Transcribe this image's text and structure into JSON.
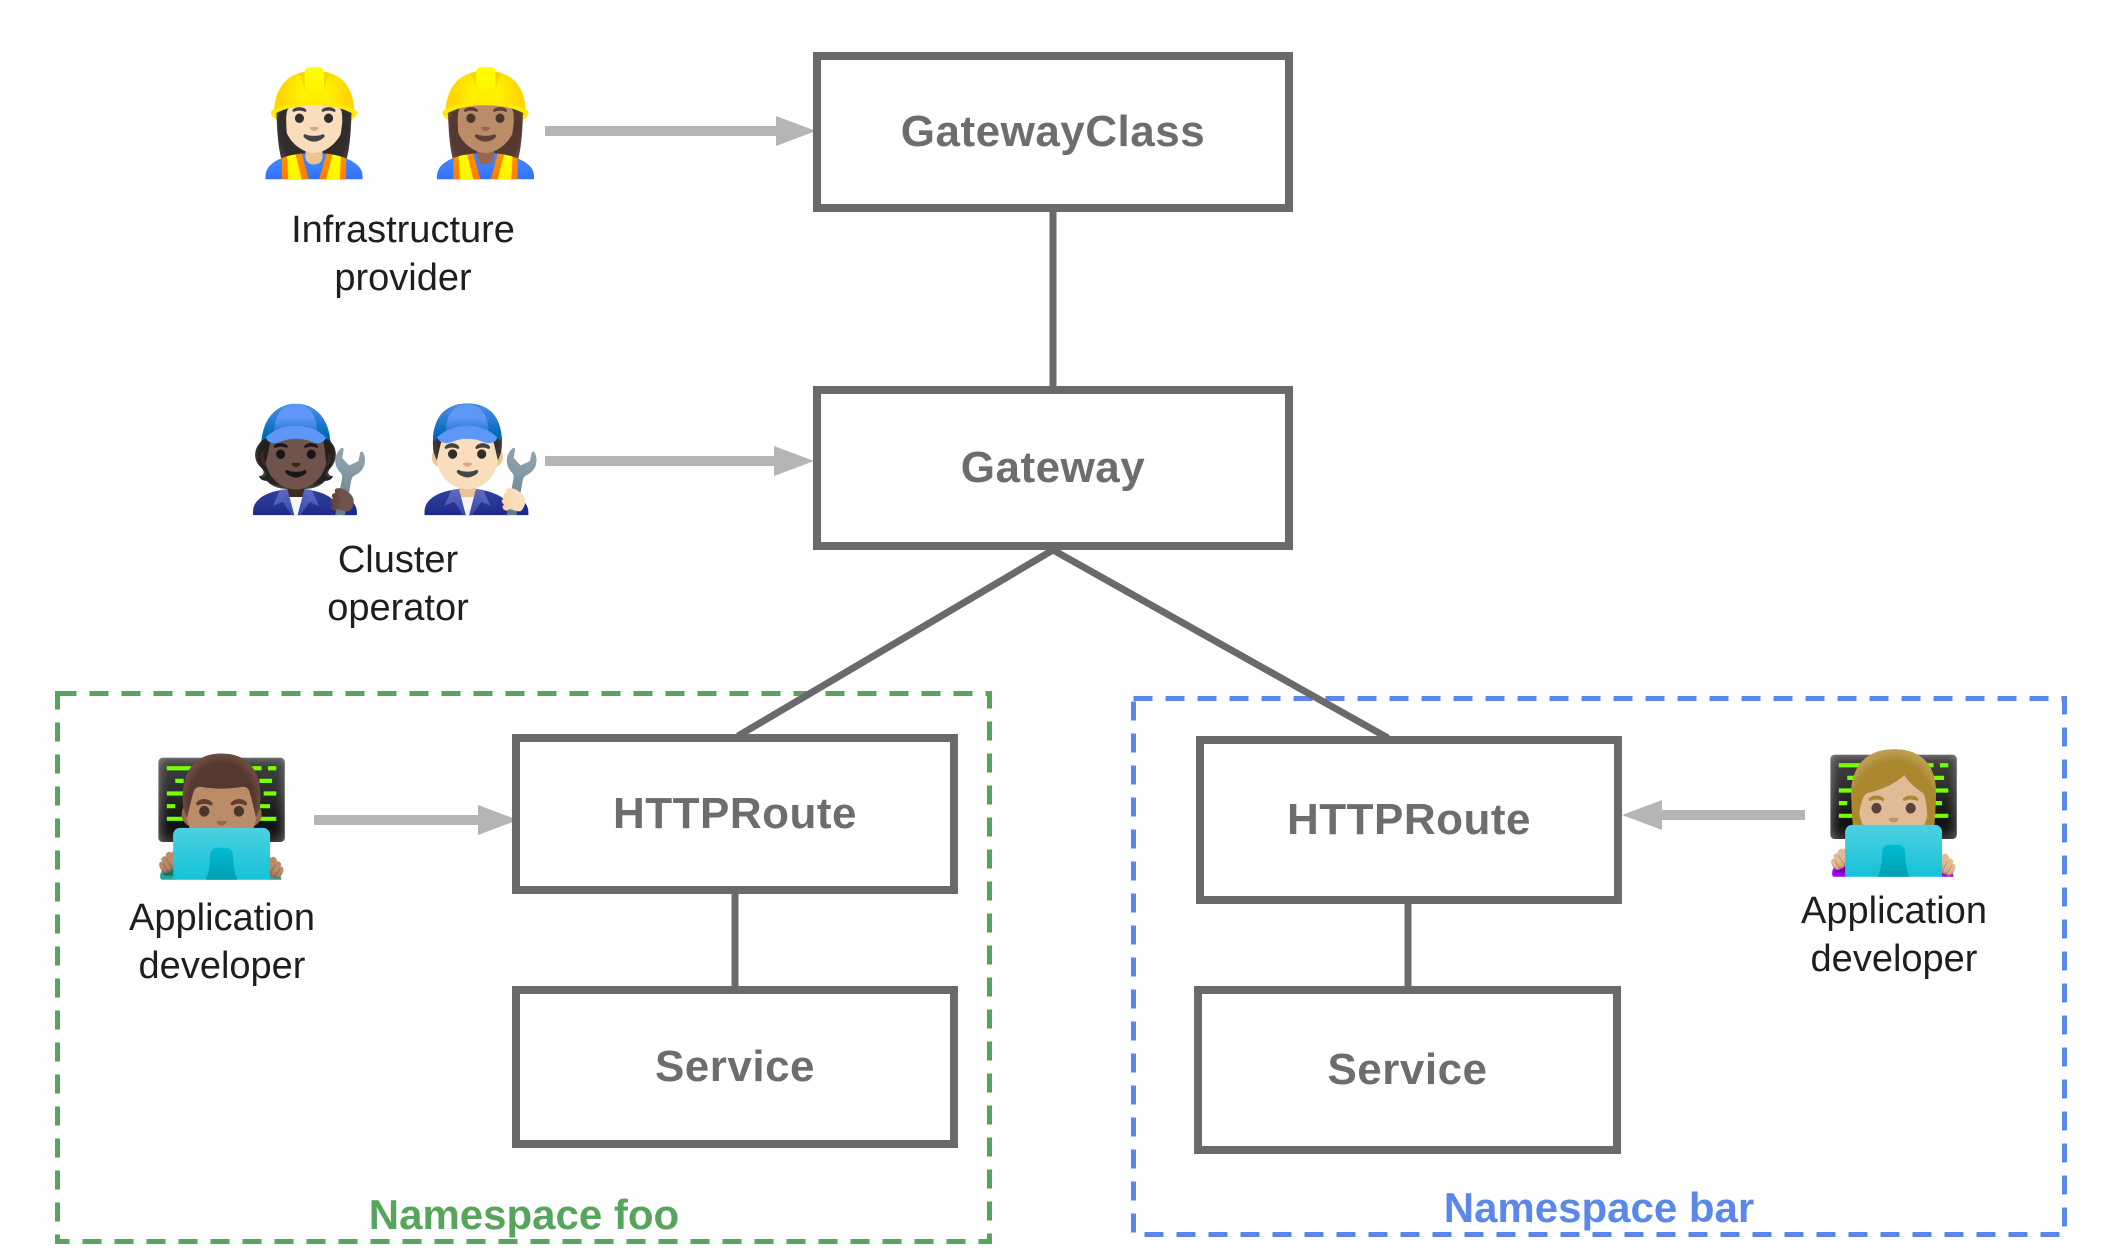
{
  "nodes": {
    "gateway_class": "GatewayClass",
    "gateway": "Gateway",
    "httproute_foo": "HTTPRoute",
    "httproute_bar": "HTTPRoute",
    "service_foo": "Service",
    "service_bar": "Service"
  },
  "personas": {
    "infrastructure_provider": {
      "emoji": "👷🏻‍♀️ 👷🏽‍♀️",
      "line1": "Infrastructure",
      "line2": "provider"
    },
    "cluster_operator": {
      "emoji": "🧑🏿‍🔧 👨🏻‍🔧",
      "line1": "Cluster",
      "line2": "operator"
    },
    "app_developer_foo": {
      "emoji": "👨🏽‍💻",
      "line1": "Application",
      "line2": "developer"
    },
    "app_developer_bar": {
      "emoji": "👩🏼‍💻",
      "line1": "Application",
      "line2": "developer"
    }
  },
  "namespaces": {
    "foo": {
      "label": "Namespace foo",
      "color": "#57a55c"
    },
    "bar": {
      "label": "Namespace bar",
      "color": "#5b87ea"
    }
  },
  "colors": {
    "box_border": "#6a6a6a",
    "box_text": "#6d6d6d",
    "connector": "#6a6a6a",
    "arrow": "#b5b5b5",
    "persona_text": "#1e1e1e",
    "background": "#ffffff"
  }
}
